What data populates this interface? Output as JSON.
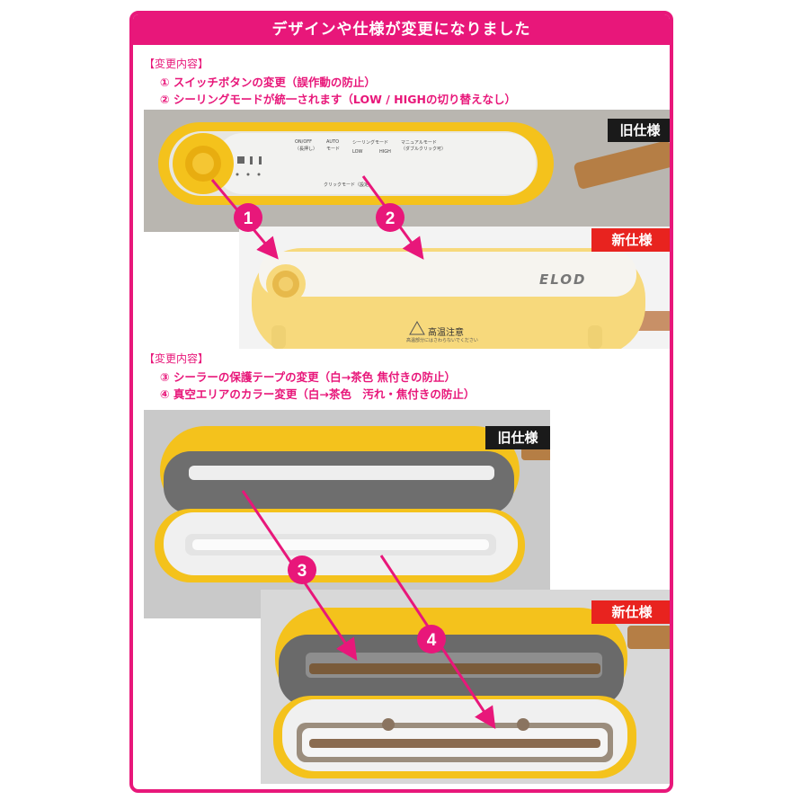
{
  "header": {
    "title": "デザインや仕様が変更になりました"
  },
  "section1": {
    "label": "【変更内容】",
    "items": [
      "① スイッチボタンの変更（誤作動の防止）",
      "② シーリングモードが統一されます（LOW / HIGHの切り替えなし）"
    ]
  },
  "section2": {
    "label": "【変更内容】",
    "items": [
      "③ シーラーの保護テープの変更（白→茶色 焦付きの防止）",
      "④ 真空エリアのカラー変更（白→茶色　汚れ・焦付きの防止）"
    ]
  },
  "badges": {
    "old": "旧仕様",
    "new": "新仕様"
  },
  "markers": [
    "1",
    "2",
    "3",
    "4"
  ],
  "panel_old": {
    "labels": [
      "ON/OFF",
      "（長押し）",
      "AUTO",
      "モード",
      "シーリングモード",
      "LOW",
      "HIGH",
      "マニュアルモード",
      "（ダブルクリック可）",
      "クリックモード（設定）"
    ]
  },
  "panel_new": {
    "brand": "ELOD",
    "warning": "高温注意",
    "warning_sub": "高温部分にはさわらないでください"
  },
  "colors": {
    "accent": "#e8177a",
    "new_badge": "#e8231f",
    "device_yellow": "#f4c21c",
    "device_yellow_new": "#f7d97c"
  }
}
